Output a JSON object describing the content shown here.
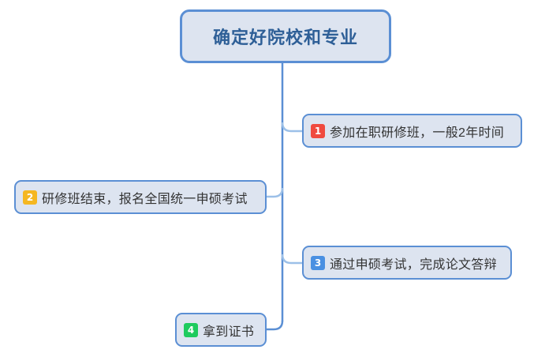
{
  "diagram": {
    "type": "flowchart-mindmap",
    "background_color": "#ffffff",
    "orientation": "vertical-trunk-with-alternating-branches",
    "node_fill_color": "#dde4f0",
    "node_border_color": "#5b8fd4",
    "connector_color": "#5b8fd4",
    "root": {
      "label": "确定好院校和专业",
      "text_color": "#2e5f97"
    },
    "steps": [
      {
        "number": "1",
        "label": "参加在职研修班，一般2年时间",
        "badge_color": "#f04a3f",
        "side": "right"
      },
      {
        "number": "2",
        "label": "研修班结束，报名全国统一申硕考试",
        "badge_color": "#f5b721",
        "side": "left"
      },
      {
        "number": "3",
        "label": "通过申硕考试，完成论文答辩",
        "badge_color": "#4a90e2",
        "side": "right"
      },
      {
        "number": "4",
        "label": "拿到证书",
        "badge_color": "#1ecb5e",
        "side": "left"
      }
    ]
  }
}
